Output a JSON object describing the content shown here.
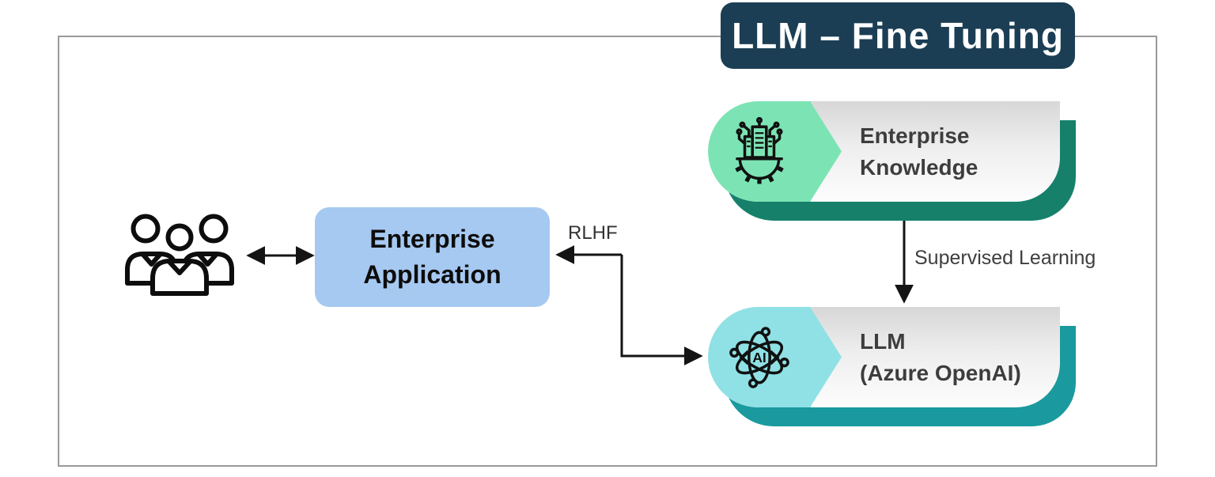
{
  "title": {
    "label": "LLM – Fine Tuning",
    "bg_color": "#1B3E54",
    "text_color": "#FFFFFF"
  },
  "frame": {
    "border_color": "#9A9A9A",
    "background": "#FFFFFF"
  },
  "nodes": {
    "users": {
      "icon": "users-group-icon"
    },
    "enterprise_application": {
      "label_line1": "Enterprise",
      "label_line2": "Application",
      "bg_color": "#A6C9F1"
    },
    "enterprise_knowledge": {
      "label_line1": "Enterprise",
      "label_line2": "Knowledge",
      "icon": "industry-gear-icon",
      "accent_color": "#7CE4B4",
      "shadow_color": "#16806B"
    },
    "llm": {
      "label_line1": "LLM",
      "label_line2": "(Azure OpenAI)",
      "icon": "ai-atom-icon",
      "accent_color": "#8FE1E5",
      "shadow_color": "#1A9A9E"
    }
  },
  "edges": {
    "users_to_app": {
      "type": "bidirectional",
      "label": ""
    },
    "llm_to_app": {
      "label": "RLHF"
    },
    "knowledge_to_llm": {
      "label": "Supervised Learning"
    }
  }
}
